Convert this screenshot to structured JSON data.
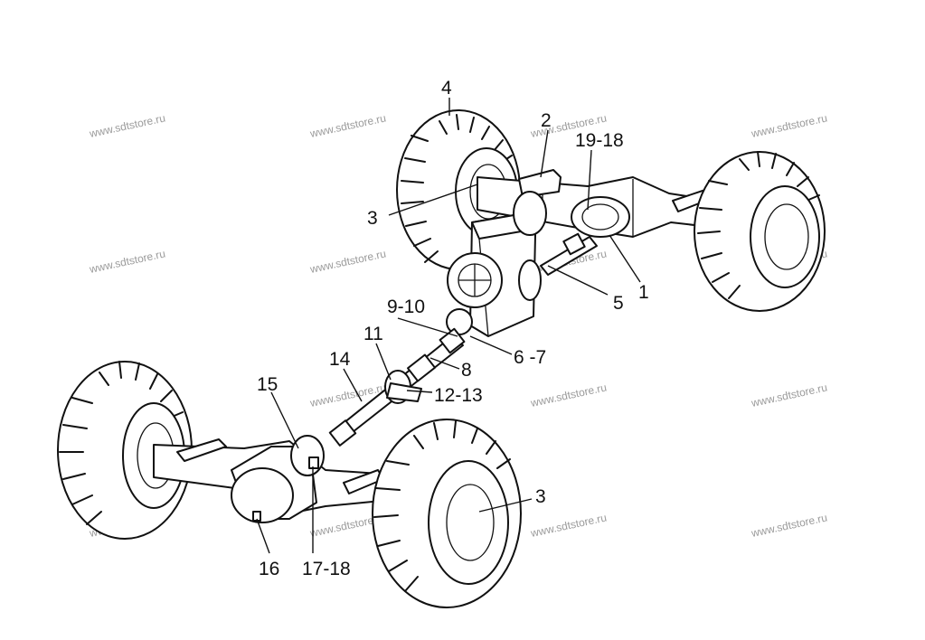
{
  "watermark_text": "www.sdtstore.ru",
  "callouts": {
    "c1": "1",
    "c2": "2",
    "c3a": "3",
    "c3b": "3",
    "c4": "4",
    "c5": "5",
    "c6_7": "6 -7",
    "c8": "8",
    "c9_10": "9-10",
    "c11": "11",
    "c12_13": "12-13",
    "c14": "14",
    "c15": "15",
    "c16": "16",
    "c17_18": "17-18",
    "c19_18": "19-18"
  }
}
